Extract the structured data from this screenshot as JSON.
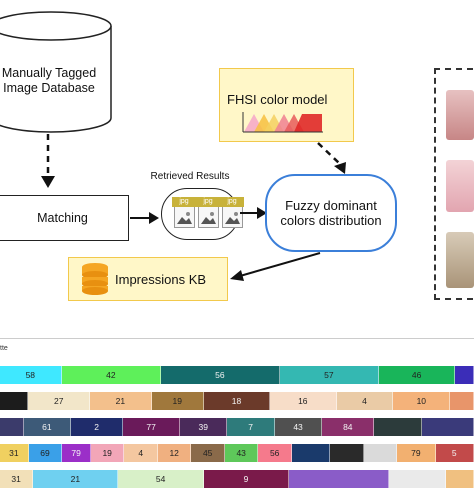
{
  "diagram": {
    "database_label": "Manually Tagged\nImage Database",
    "matching_label": "Matching",
    "retrieved_label": "Retrieved Results",
    "jpg_tag": "jpg",
    "fhsi_label": "FHSI color model",
    "fuzzy_label": "Fuzzy dominant\ncolors distribution",
    "impressions_label": "Impressions KB"
  },
  "palette": {
    "title": "tte",
    "rows": [
      {
        "segments": [
          {
            "color": "#3fe8ff",
            "value": "58",
            "w": 0.13
          },
          {
            "color": "#5ef05a",
            "value": "42",
            "w": 0.21
          },
          {
            "color": "#146b6b",
            "value": "56",
            "w": 0.25
          },
          {
            "color": "#34b8b2",
            "value": "57",
            "w": 0.21
          },
          {
            "color": "#19b55a",
            "value": "46",
            "w": 0.16
          },
          {
            "color": "#3b2db8",
            "value": "",
            "w": 0.04
          }
        ]
      },
      {
        "segments": [
          {
            "color": "#1c1c1c",
            "value": "",
            "w": 0.06
          },
          {
            "color": "#f2e6c9",
            "value": "27",
            "w": 0.13
          },
          {
            "color": "#f3c08c",
            "value": "21",
            "w": 0.13
          },
          {
            "color": "#a0783c",
            "value": "19",
            "w": 0.11
          },
          {
            "color": "#6b3a2a",
            "value": "18",
            "w": 0.14
          },
          {
            "color": "#f7ddc8",
            "value": "16",
            "w": 0.14
          },
          {
            "color": "#eacba6",
            "value": "4",
            "w": 0.12
          },
          {
            "color": "#f4b27a",
            "value": "10",
            "w": 0.12
          },
          {
            "color": "#e8956a",
            "value": "",
            "w": 0.05
          }
        ]
      },
      {
        "segments": [
          {
            "color": "#3b3b6b",
            "value": "",
            "w": 0.05
          },
          {
            "color": "#3d5a78",
            "value": "61",
            "w": 0.1
          },
          {
            "color": "#1f2c6b",
            "value": "2",
            "w": 0.11
          },
          {
            "color": "#6a1a5a",
            "value": "77",
            "w": 0.12
          },
          {
            "color": "#4a2a5a",
            "value": "39",
            "w": 0.1
          },
          {
            "color": "#2e7b7b",
            "value": "7",
            "w": 0.1
          },
          {
            "color": "#505050",
            "value": "43",
            "w": 0.1
          },
          {
            "color": "#8a2f6a",
            "value": "84",
            "w": 0.11
          },
          {
            "color": "#2c3b3b",
            "value": "",
            "w": 0.1
          },
          {
            "color": "#3a3a7a",
            "value": "",
            "w": 0.11
          }
        ]
      },
      {
        "segments": [
          {
            "color": "#f0d060",
            "value": "31",
            "w": 0.06
          },
          {
            "color": "#3aa0e8",
            "value": "69",
            "w": 0.07
          },
          {
            "color": "#9b2fc8",
            "value": "79",
            "w": 0.06
          },
          {
            "color": "#f2a6b8",
            "value": "19",
            "w": 0.07
          },
          {
            "color": "#f4c7a0",
            "value": "4",
            "w": 0.07
          },
          {
            "color": "#f0b080",
            "value": "12",
            "w": 0.07
          },
          {
            "color": "#8a6a4a",
            "value": "45",
            "w": 0.07
          },
          {
            "color": "#5ec85a",
            "value": "43",
            "w": 0.07
          },
          {
            "color": "#f57a8c",
            "value": "56",
            "w": 0.07
          },
          {
            "color": "#1a3a6b",
            "value": "",
            "w": 0.08
          },
          {
            "color": "#2a2a2a",
            "value": "",
            "w": 0.07
          },
          {
            "color": "#dadada",
            "value": "",
            "w": 0.07
          },
          {
            "color": "#f2b070",
            "value": "79",
            "w": 0.08
          },
          {
            "color": "#c24a4a",
            "value": "5",
            "w": 0.08
          }
        ]
      },
      {
        "segments": [
          {
            "color": "#f2e0b8",
            "value": "31",
            "w": 0.07
          },
          {
            "color": "#6fd0f0",
            "value": "21",
            "w": 0.18
          },
          {
            "color": "#d8f0c8",
            "value": "54",
            "w": 0.18
          },
          {
            "color": "#7a1a4a",
            "value": "9",
            "w": 0.18
          },
          {
            "color": "#8a5cc8",
            "value": "",
            "w": 0.21
          },
          {
            "color": "#eaeaea",
            "value": "",
            "w": 0.12
          },
          {
            "color": "#f0c080",
            "value": "",
            "w": 0.06
          }
        ]
      }
    ]
  }
}
